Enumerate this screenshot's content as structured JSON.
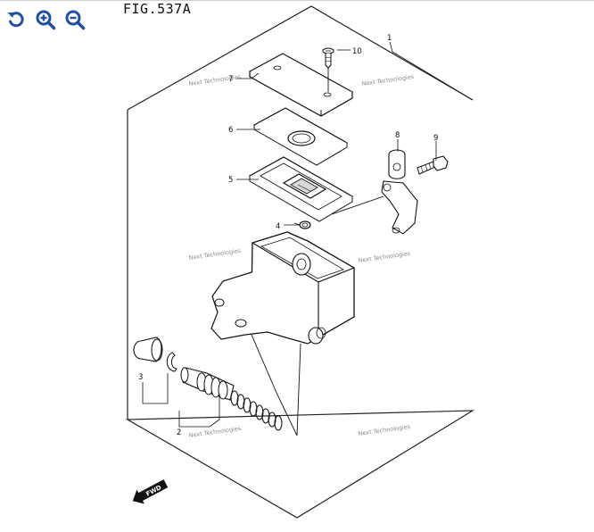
{
  "toolbar": {
    "reset_icon": "rotate-left-icon",
    "zoom_in_icon": "zoom-in-icon",
    "zoom_out_icon": "zoom-out-icon",
    "accent_color": "#1f4fa3"
  },
  "figure": {
    "title": "FIG.537A",
    "watermark": "Next Technologies",
    "direction_label": "FWD"
  },
  "callouts": [
    "1",
    "2",
    "3",
    "4",
    "5",
    "6",
    "7",
    "8",
    "9",
    "10"
  ]
}
